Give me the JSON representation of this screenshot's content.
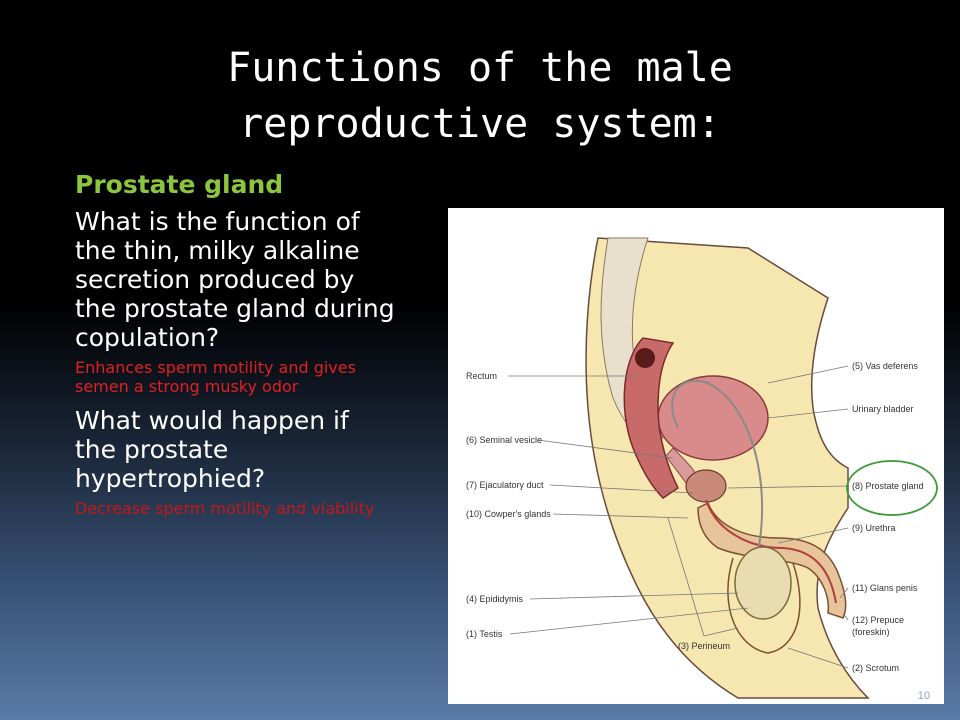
{
  "slide": {
    "title_line1": "Functions of the male",
    "title_line2": "reproductive system:",
    "heading": "Prostate gland",
    "q1": "What is the function of the thin, milky alkaline secretion produced by the prostate gland during copulation?",
    "a1": "Enhances sperm motility and gives  semen a strong musky odor",
    "q2": "What would happen if the prostate hypertrophied?",
    "a2": "Decrease sperm motility and viability",
    "page_number": "10"
  },
  "figure": {
    "labels_left": [
      "Rectum",
      "(6) Seminal vesicle",
      "(7) Ejaculatory duct",
      "(10) Cowper's glands",
      "(4) Epididymis",
      "(1) Testis"
    ],
    "labels_right": [
      "(5) Vas deferens",
      "Urinary bladder",
      "(8) Prostate gland",
      "(9) Urethra",
      "(11) Glans penis",
      "(12) Prepuce",
      "(foreskin)",
      "(2) Scrotum"
    ],
    "label_bottom": "(3) Perineum",
    "highlight_color": "#3a9a3a"
  }
}
